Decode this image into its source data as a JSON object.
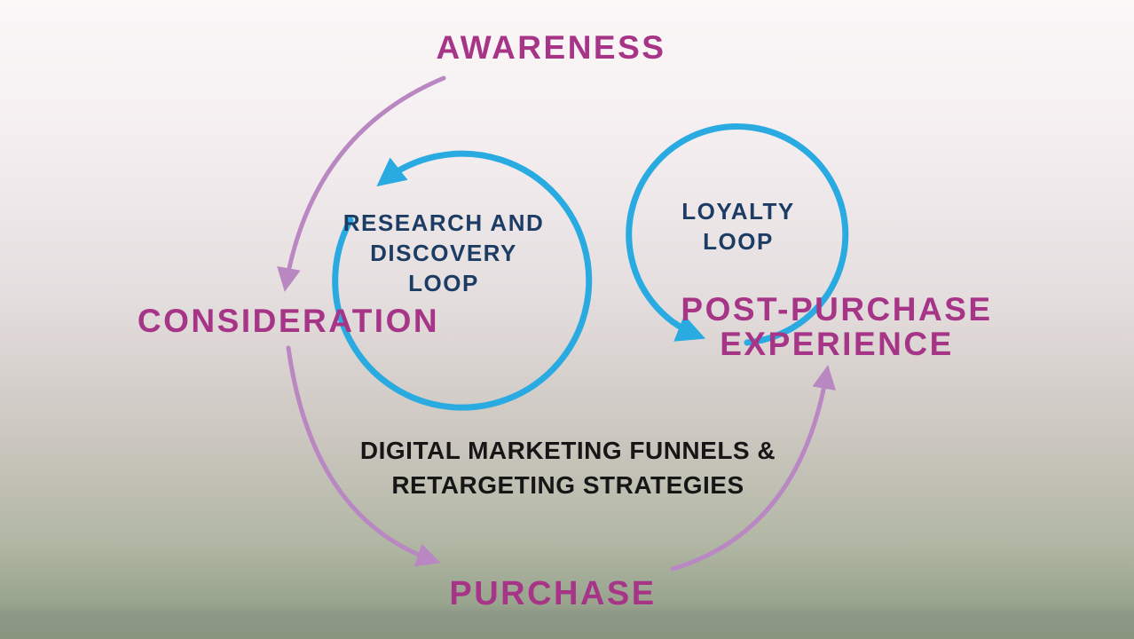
{
  "colors": {
    "magenta": "#a63487",
    "blue": "#29abe2",
    "navy": "#1d3c63",
    "purple_arrow": "#b987c2",
    "ink": "#161616"
  },
  "nodes": {
    "awareness": {
      "label": "AWARENESS"
    },
    "consideration": {
      "label": "CONSIDERATION"
    },
    "purchase": {
      "label": "PURCHASE"
    },
    "post_purchase": {
      "line1": "POST-PURCHASE",
      "line2": "EXPERIENCE"
    }
  },
  "loops": {
    "research": {
      "line1": "RESEARCH AND",
      "line2": "DISCOVERY",
      "line3": "LOOP"
    },
    "loyalty": {
      "line1": "LOYALTY",
      "line2": "LOOP"
    }
  },
  "caption": {
    "line1": "DIGITAL MARKETING FUNNELS &",
    "line2": "RETARGETING STRATEGIES"
  }
}
